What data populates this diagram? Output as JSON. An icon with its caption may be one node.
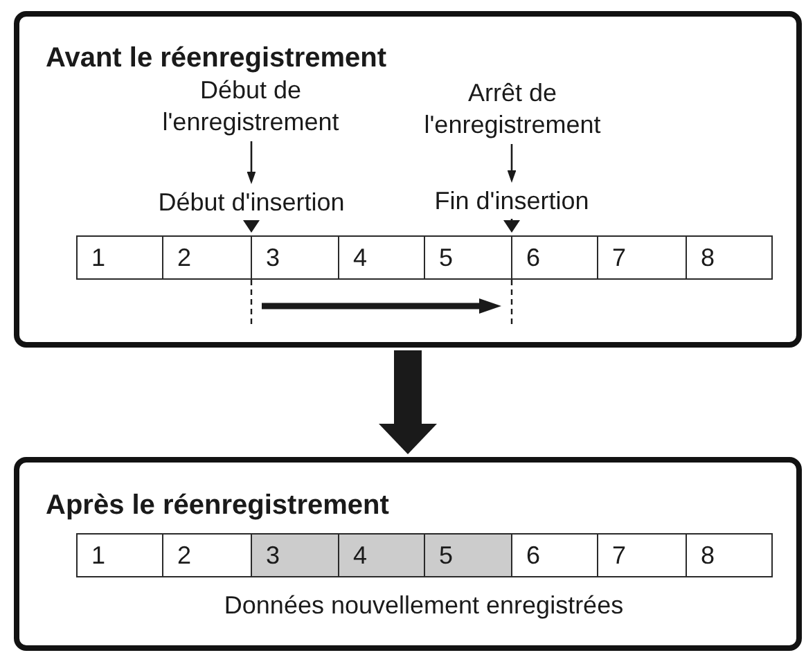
{
  "diagram": {
    "nodes": [
      {
        "text": [
          "Avant le réenregistrement"
        ]
      },
      {
        "text": [
          "Début de l'enregistrement"
        ],
        "in": 0
      },
      {
        "text": [
          "Arrêt de l'enregistrement"
        ],
        "in": 0
      },
      {
        "text": [
          "Début d'insertion"
        ],
        "in": 0
      },
      {
        "text": [
          "Fin d'insertion"
        ],
        "in": 0
      },
      {
        "text": [
          "1"
        ],
        "in": 0
      },
      {
        "text": [
          "2"
        ],
        "in": 0
      },
      {
        "text": [
          "3"
        ],
        "in": 0
      },
      {
        "text": [
          "4"
        ],
        "in": 0
      },
      {
        "text": [
          "5"
        ],
        "in": 0
      },
      {
        "text": [
          "6"
        ],
        "in": 0
      },
      {
        "text": [
          "7"
        ],
        "in": 0
      },
      {
        "text": [
          "8"
        ],
        "in": 0
      },
      {
        "text": [
          "Après le réenregistrement",
          "Données nouvellement enregistrées"
        ]
      },
      {
        "text": [
          "1"
        ],
        "in": 13
      },
      {
        "text": [
          "2"
        ],
        "in": 13
      },
      {
        "text": [
          "3"
        ],
        "in": 13
      },
      {
        "text": [
          "4"
        ],
        "in": 13
      },
      {
        "text": [
          "5"
        ],
        "in": 13
      },
      {
        "text": [
          "6"
        ],
        "in": 13
      },
      {
        "text": [
          "7"
        ],
        "in": 13
      },
      {
        "text": [
          "8"
        ],
        "in": 13
      }
    ],
    "edges": [
      {
        "from": 1,
        "to": 3,
        "arrow": "to"
      },
      {
        "from": 2,
        "to": 4,
        "arrow": "to"
      },
      {
        "from": 3,
        "to": 7,
        "arrow": "to"
      },
      {
        "from": 4,
        "to": 9,
        "arrow": "to"
      },
      {
        "from": 0,
        "to": 13,
        "arrow": "to",
        "style": "thick"
      }
    ]
  }
}
